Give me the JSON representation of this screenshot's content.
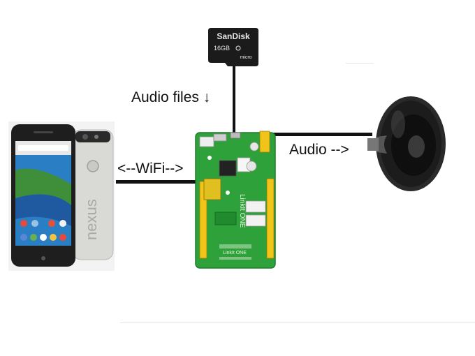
{
  "labels": {
    "audio_files": "Audio files ↓",
    "wifi": "<--WiFi-->",
    "audio": "Audio -->"
  },
  "sd_card": {
    "brand": "SanDisk",
    "capacity": "16GB",
    "type_mark": "micro"
  },
  "phone": {
    "brand_text": "nexus"
  },
  "board": {
    "vertical_logo": "LinkIt ONE",
    "model_line": "LinkIt ONE"
  },
  "colors": {
    "wire": "#111111",
    "pcb_green": "#2fa13a",
    "header_yellow": "#f0c419",
    "phone_body": "#d9d9d6",
    "speaker_cone": "#1c1c1c"
  }
}
